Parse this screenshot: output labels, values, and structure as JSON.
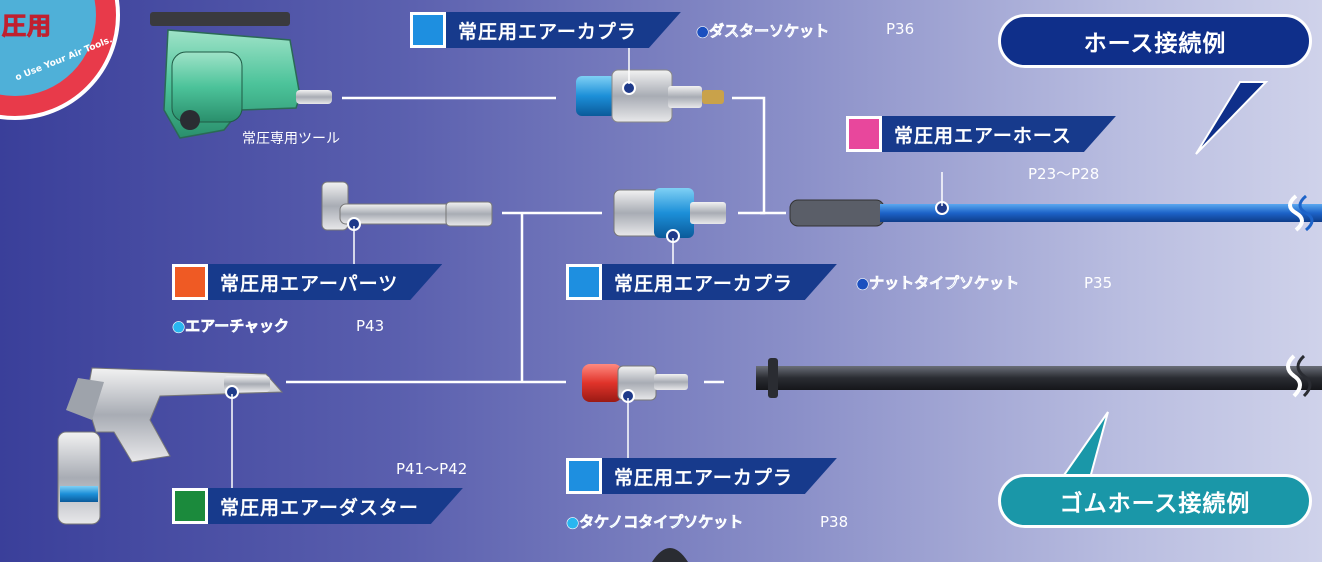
{
  "badge": {
    "title": "圧用",
    "slogan": "o Use Your Air Tools."
  },
  "tools": {
    "pneumatic_tool_caption": "常圧専用ツール"
  },
  "labels": [
    {
      "id": "coupler_duster",
      "text": "常圧用エアーカプラ",
      "swatch": "#1e8fe0",
      "bullet": "●ダスターソケット",
      "bullet_style": "blue",
      "page": "P36"
    },
    {
      "id": "hose",
      "text": "常圧用エアーホース",
      "swatch": "#e8479c",
      "page": "P23〜P28"
    },
    {
      "id": "parts",
      "text": "常圧用エアーパーツ",
      "swatch": "#ef5a24",
      "bullet": "●エアーチャック",
      "bullet_style": "cyan",
      "page": "P43"
    },
    {
      "id": "coupler_nut",
      "text": "常圧用エアーカプラ",
      "swatch": "#1e8fe0",
      "bullet": "●ナットタイプソケット",
      "bullet_style": "blue",
      "page": "P35"
    },
    {
      "id": "coupler_bamboo",
      "text": "常圧用エアーカプラ",
      "swatch": "#1e8fe0",
      "bullet": "●タケノコタイプソケット",
      "bullet_style": "cyan",
      "page": "P38"
    },
    {
      "id": "duster",
      "text": "常圧用エアーダスター",
      "swatch": "#1b8a3c",
      "page": "P41〜P42"
    }
  ],
  "bubbles": {
    "hose_example": "ホース接続例",
    "rubber_hose_example": "ゴムホース接続例"
  },
  "colors": {
    "label_bar": "#173a8c",
    "bubble_navy": "#0f2f8a",
    "bubble_teal": "#1a97a8",
    "badge_red": "#e83a4a"
  }
}
